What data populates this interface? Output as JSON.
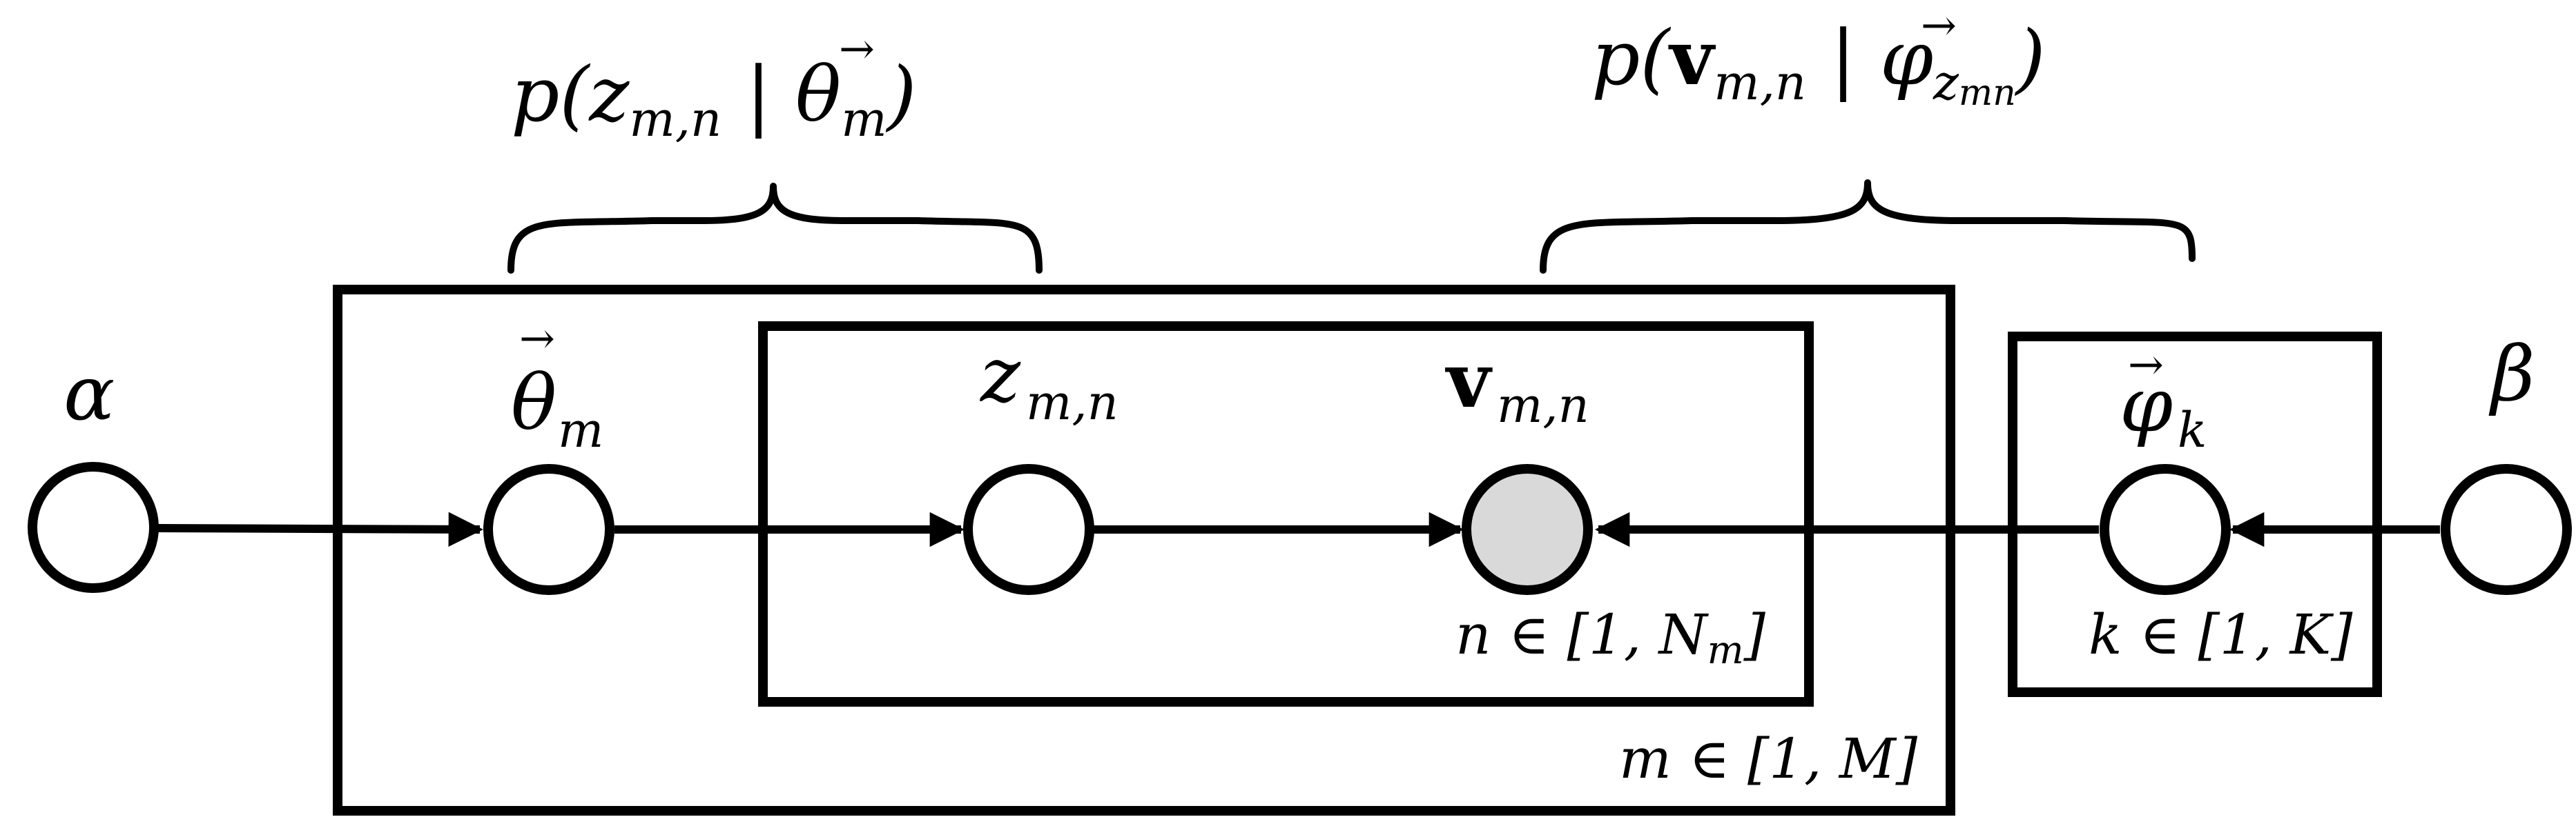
{
  "labels": {
    "alpha": "α",
    "beta": "β",
    "theta": "θ",
    "theta_sub": "m",
    "z": "z",
    "z_sub": "m,n",
    "v": "v",
    "v_sub": "m,n",
    "phi": "φ",
    "phi_sub": "k",
    "vector_arrow": "→"
  },
  "plates": {
    "documents": "m ∈ [1, M]",
    "words": "n ∈ [1, N_m]",
    "words_base": "n ∈ [1, N",
    "words_sub": "m",
    "words_close": "]",
    "topics": "k ∈ [1, K]"
  },
  "distributions": {
    "topic_assignment": "p(z_m,n | θ_m)",
    "topic_assignment_parts": {
      "prefix": "p(",
      "var": "z",
      "var_sub": "m,n",
      "bar": " | ",
      "cond": "θ",
      "cond_sub": "m",
      "close": ")"
    },
    "word_emission": "p(v_m,n | φ_zmn)",
    "word_emission_parts": {
      "prefix": "p(",
      "var": "v",
      "var_sub": "m,n",
      "bar": " | ",
      "cond": "φ",
      "cond_sub": "z",
      "cond_subsub": "mn",
      "close": ")"
    }
  },
  "nodes": [
    {
      "id": "alpha",
      "observed": false
    },
    {
      "id": "theta",
      "observed": false
    },
    {
      "id": "z",
      "observed": false
    },
    {
      "id": "v",
      "observed": true
    },
    {
      "id": "phi",
      "observed": false
    },
    {
      "id": "beta",
      "observed": false
    }
  ],
  "colors": {
    "stroke": "#000000",
    "latent_fill": "#ffffff",
    "observed_fill": "#d9d9d9"
  }
}
